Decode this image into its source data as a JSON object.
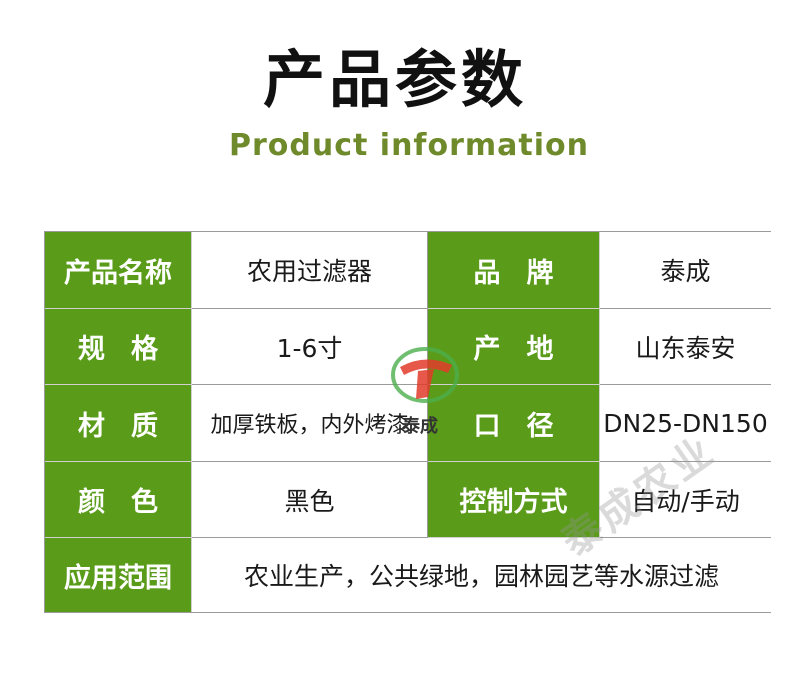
{
  "header": {
    "title": "产品参数",
    "subtitle": "Product information"
  },
  "table": {
    "rows": [
      {
        "label1": "产品名称",
        "value1": "农用过滤器",
        "label2": "品牌",
        "value2": "泰成"
      },
      {
        "label1": "规格",
        "value1": "1-6寸",
        "label2": "产地",
        "value2": "山东泰安"
      },
      {
        "label1": "材质",
        "value1": "加厚铁板，内外烤漆",
        "label2": "口径",
        "value2": "DN25-DN150"
      },
      {
        "label1": "颜色",
        "value1": "黑色",
        "label2": "控制方式",
        "value2": "自动/手动"
      }
    ],
    "last_row": {
      "label": "应用范围",
      "value": "农业生产，公共绿地，园林园艺等水源过滤"
    }
  },
  "watermark": {
    "logo_text": "泰成",
    "diagonal_text": "泰成农业"
  },
  "colors": {
    "label_bg": "#5a9c1a",
    "subtitle": "#6e8a2a",
    "border": "#9b9b9b"
  }
}
